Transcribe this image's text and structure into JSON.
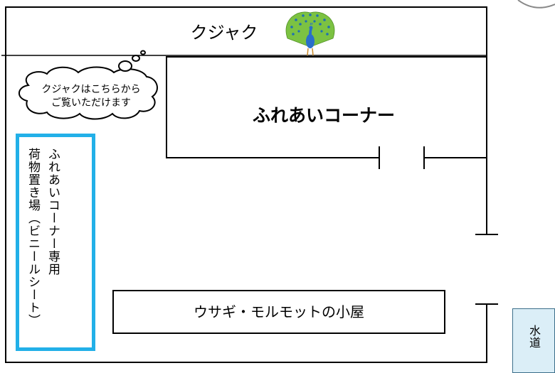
{
  "peacock": {
    "title": "クジャク",
    "icon": "peacock-icon",
    "bubble_line1": "クジャクはこちらから",
    "bubble_line2": "ご覧いただけます"
  },
  "fureai_corner": {
    "title": "ふれあいコーナー"
  },
  "storage": {
    "line1": "ふれあいコーナー専用",
    "line2": "荷物置き場（ビニールシート）"
  },
  "hutch": {
    "label": "ウサギ・モルモットの小屋"
  },
  "water": {
    "label": "水道"
  },
  "colors": {
    "storage_border": "#22b0e8",
    "water_fill": "#dbeef7",
    "peacock_green": "#7cc242"
  }
}
